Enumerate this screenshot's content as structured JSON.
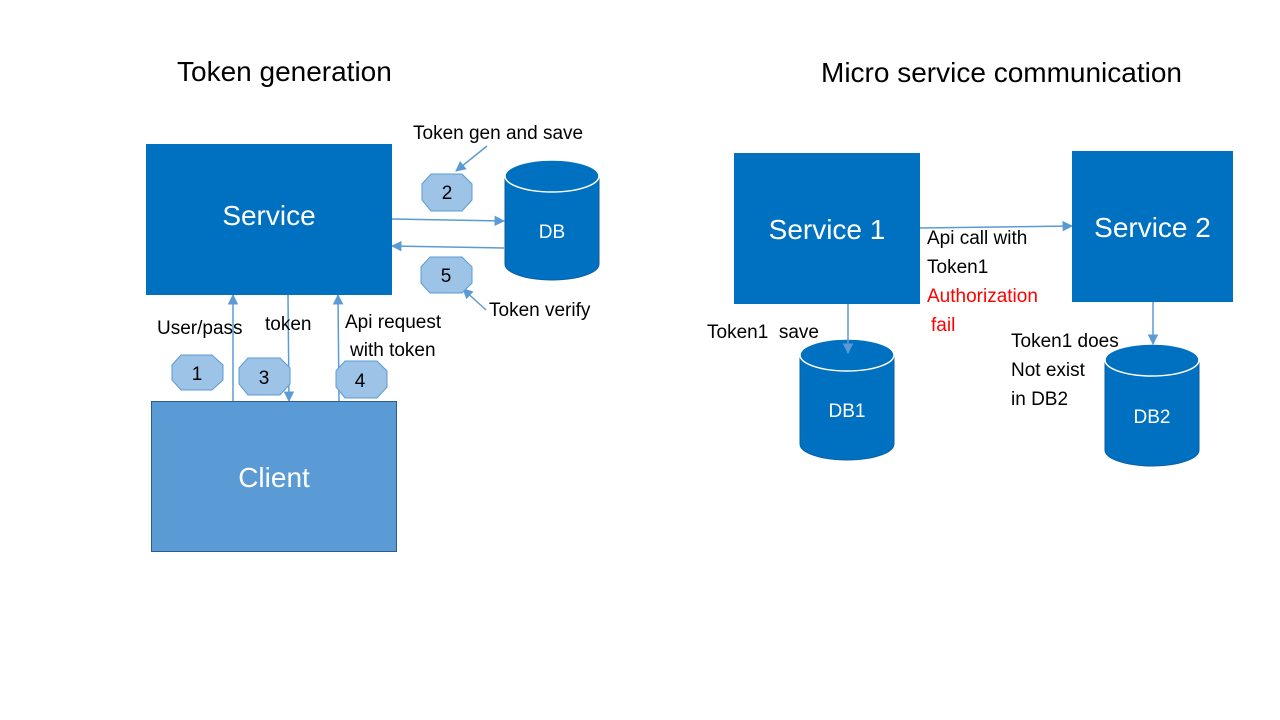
{
  "titles": {
    "left": "Token generation",
    "right": "Micro service communication"
  },
  "left": {
    "service": "Service",
    "client": "Client",
    "db": "DB",
    "badges": [
      "1",
      "2",
      "3",
      "4",
      "5"
    ],
    "labels": {
      "token_gen_save": "Token gen and save",
      "token_verify": "Token verify",
      "user_pass": "User/pass",
      "token": "token",
      "api_request_line1": "Api request",
      "api_request_line2": "with token"
    }
  },
  "right": {
    "service1": "Service 1",
    "service2": "Service 2",
    "db1": "DB1",
    "db2": "DB2",
    "labels": {
      "api_call_line1": "Api call with",
      "api_call_line2": "Token1",
      "auth_fail_line1": "Authorization",
      "auth_fail_line2": "fail",
      "token1_save": "Token1  save",
      "not_exist_line1": "Token1 does",
      "not_exist_line2": "Not exist",
      "not_exist_line3": "in DB2"
    }
  },
  "colors": {
    "service_fill": "#0070c0",
    "client_fill": "#5b9bd5",
    "client_border": "#2e5c8a",
    "db_fill": "#0070c0",
    "badge_fill": "#9dc3e6",
    "badge_border": "#5b9bd5",
    "arrow": "#5b9bd5",
    "error_text": "#ff0000"
  }
}
